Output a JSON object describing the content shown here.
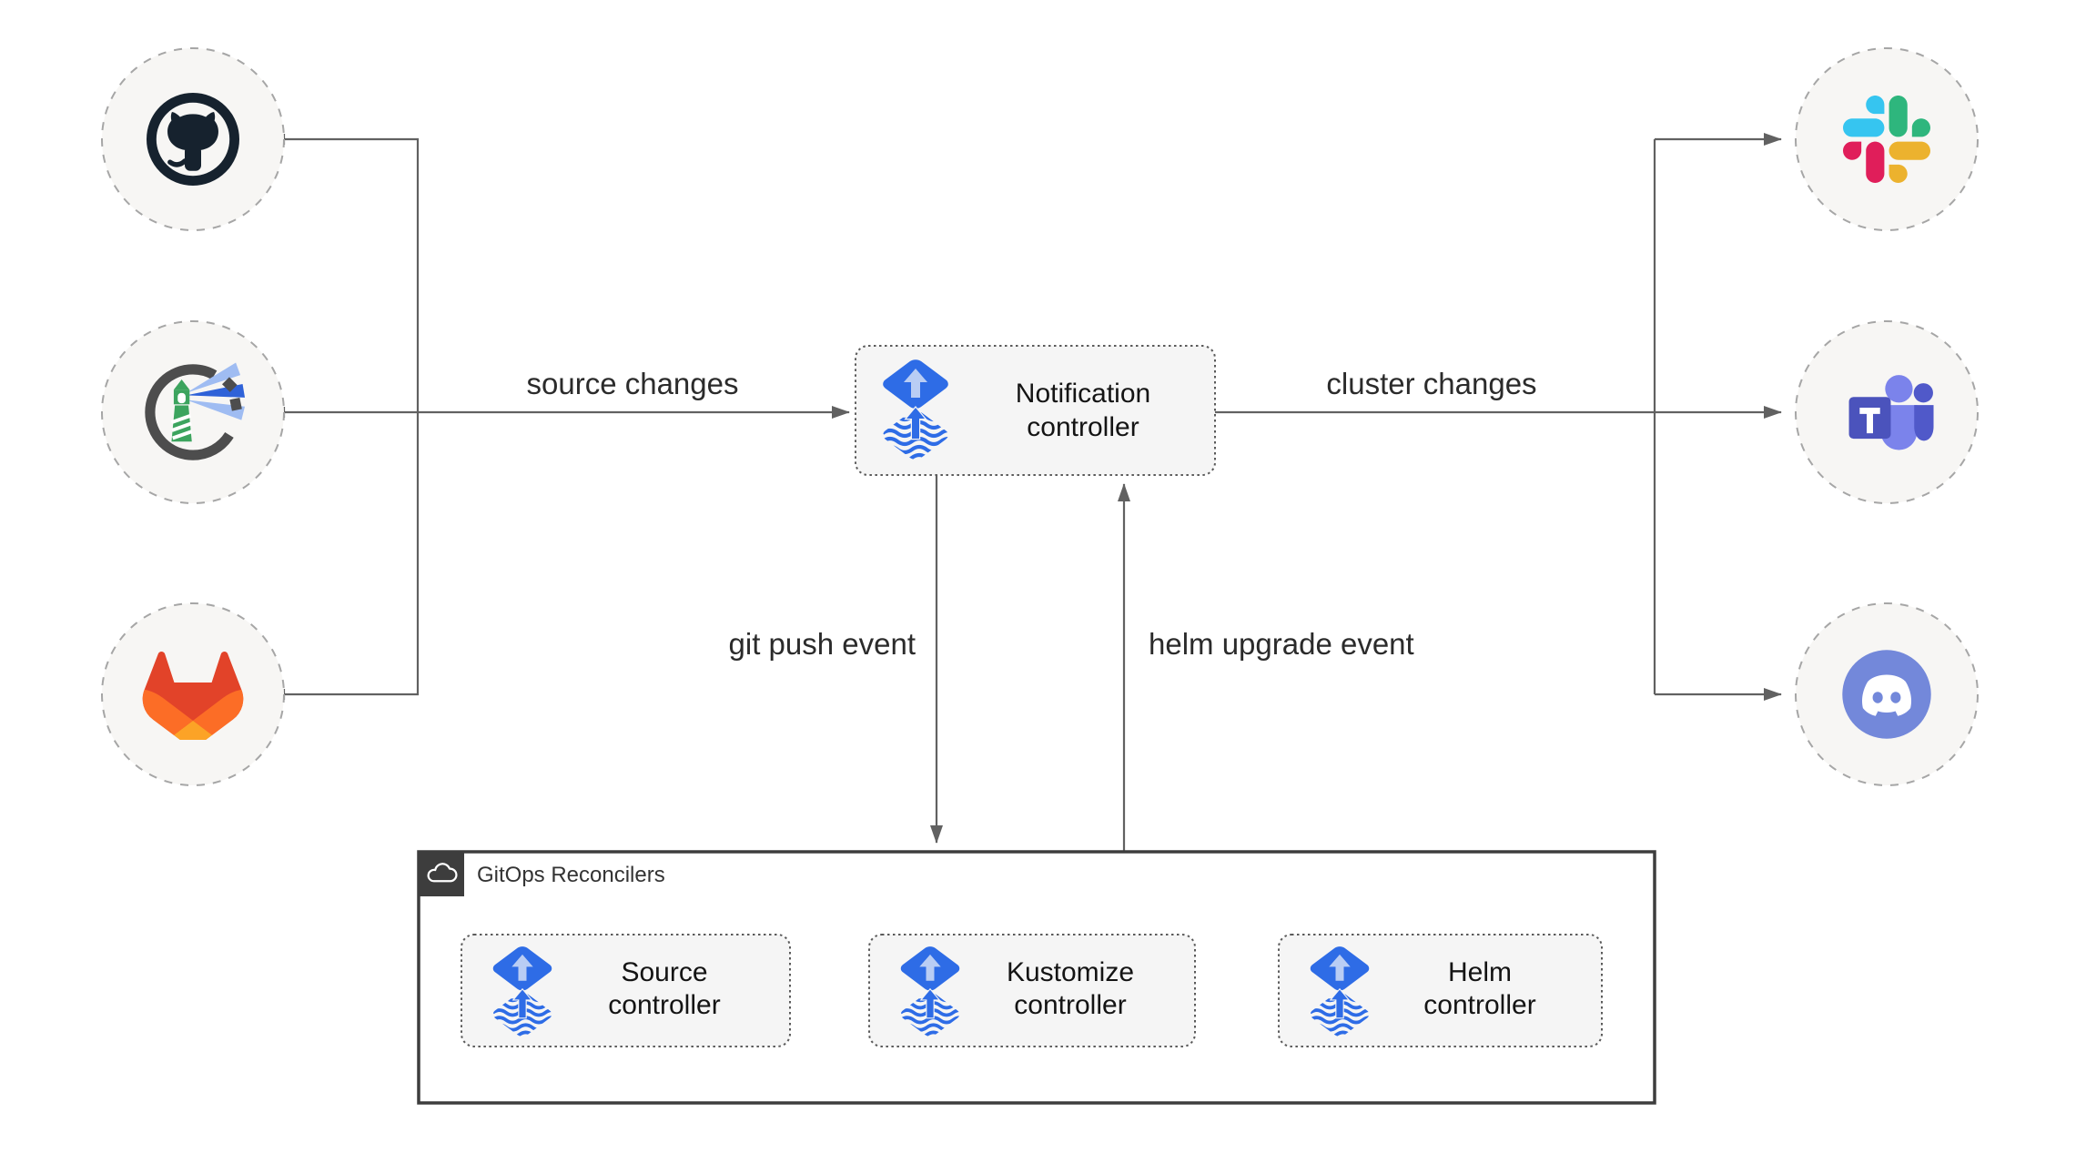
{
  "nodes": {
    "notification": {
      "label_lines": [
        "Notification",
        "controller"
      ],
      "icon": "flux-icon"
    },
    "source": {
      "label_lines": [
        "Source",
        "controller"
      ],
      "icon": "flux-icon"
    },
    "kustomize": {
      "label_lines": [
        "Kustomize",
        "controller"
      ],
      "icon": "flux-icon"
    },
    "helm": {
      "label_lines": [
        "Helm",
        "controller"
      ],
      "icon": "flux-icon"
    }
  },
  "edge_labels": {
    "source_changes": "source changes",
    "cluster_changes": "cluster changes",
    "git_push_event": "git push event",
    "helm_upgrade_event": "helm upgrade event"
  },
  "container": {
    "title": "GitOps Reconcilers",
    "icon": "cloud-icon"
  },
  "endpoints": {
    "sources": [
      {
        "name": "github",
        "icon": "github-icon"
      },
      {
        "name": "harbor",
        "icon": "harbor-icon"
      },
      {
        "name": "gitlab",
        "icon": "gitlab-icon"
      }
    ],
    "targets": [
      {
        "name": "slack",
        "icon": "slack-icon"
      },
      {
        "name": "microsoft-teams",
        "icon": "microsoft-teams-icon"
      },
      {
        "name": "discord",
        "icon": "discord-icon"
      }
    ]
  },
  "colors": {
    "line": "#616161",
    "node_fill": "#f5f5f5",
    "node_border": "#5a5a5a",
    "endpoint_circle_fill": "#f7f6f4",
    "endpoint_circle_border": "#a6a6a6",
    "container_border": "#3d3d3d",
    "flux_blue": "#2e6ce6",
    "flux_arrow_light": "#b9cdf4",
    "github_dark": "#16222e",
    "harbor_green": "#3ca45e",
    "harbor_gray": "#4d4d4d",
    "harbor_beam_light": "#9fbcf2",
    "harbor_beam_blue": "#2f62d8",
    "gitlab_red": "#e24329",
    "gitlab_orange": "#fc6d26",
    "gitlab_yellow": "#fca326",
    "slack_blue": "#36c5f0",
    "slack_green": "#2eb67d",
    "slack_yellow": "#ecb22e",
    "slack_red": "#e01e5a",
    "teams_purple_dark": "#5059c9",
    "teams_purple": "#7b83eb",
    "teams_square": "#4b53bc",
    "discord_blurple": "#7388da"
  }
}
